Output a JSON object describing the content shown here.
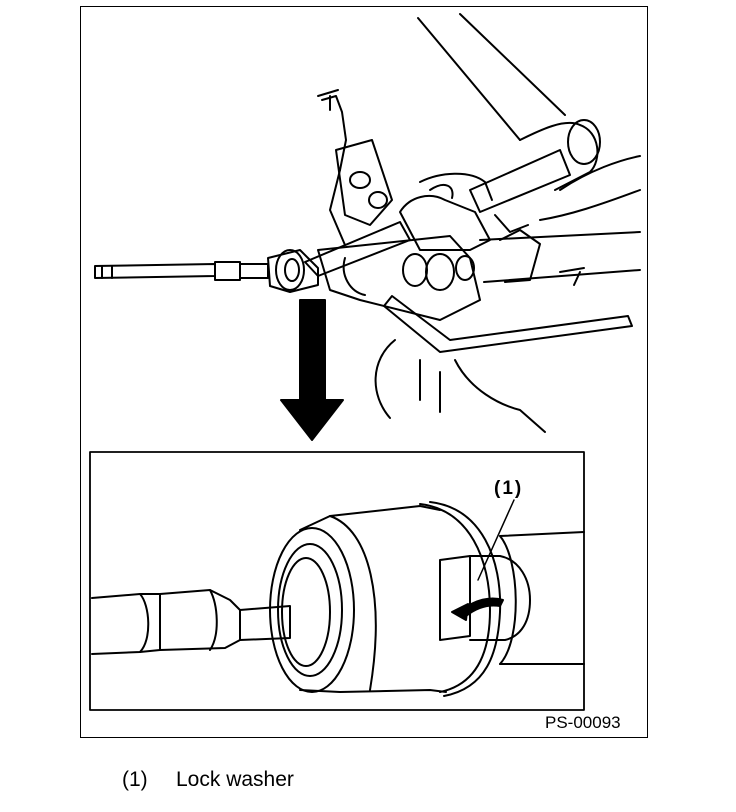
{
  "figure": {
    "code": "PS-00093",
    "callout": "(1)"
  },
  "legend": {
    "items": [
      {
        "number": "(1)",
        "label": "Lock washer"
      }
    ]
  }
}
